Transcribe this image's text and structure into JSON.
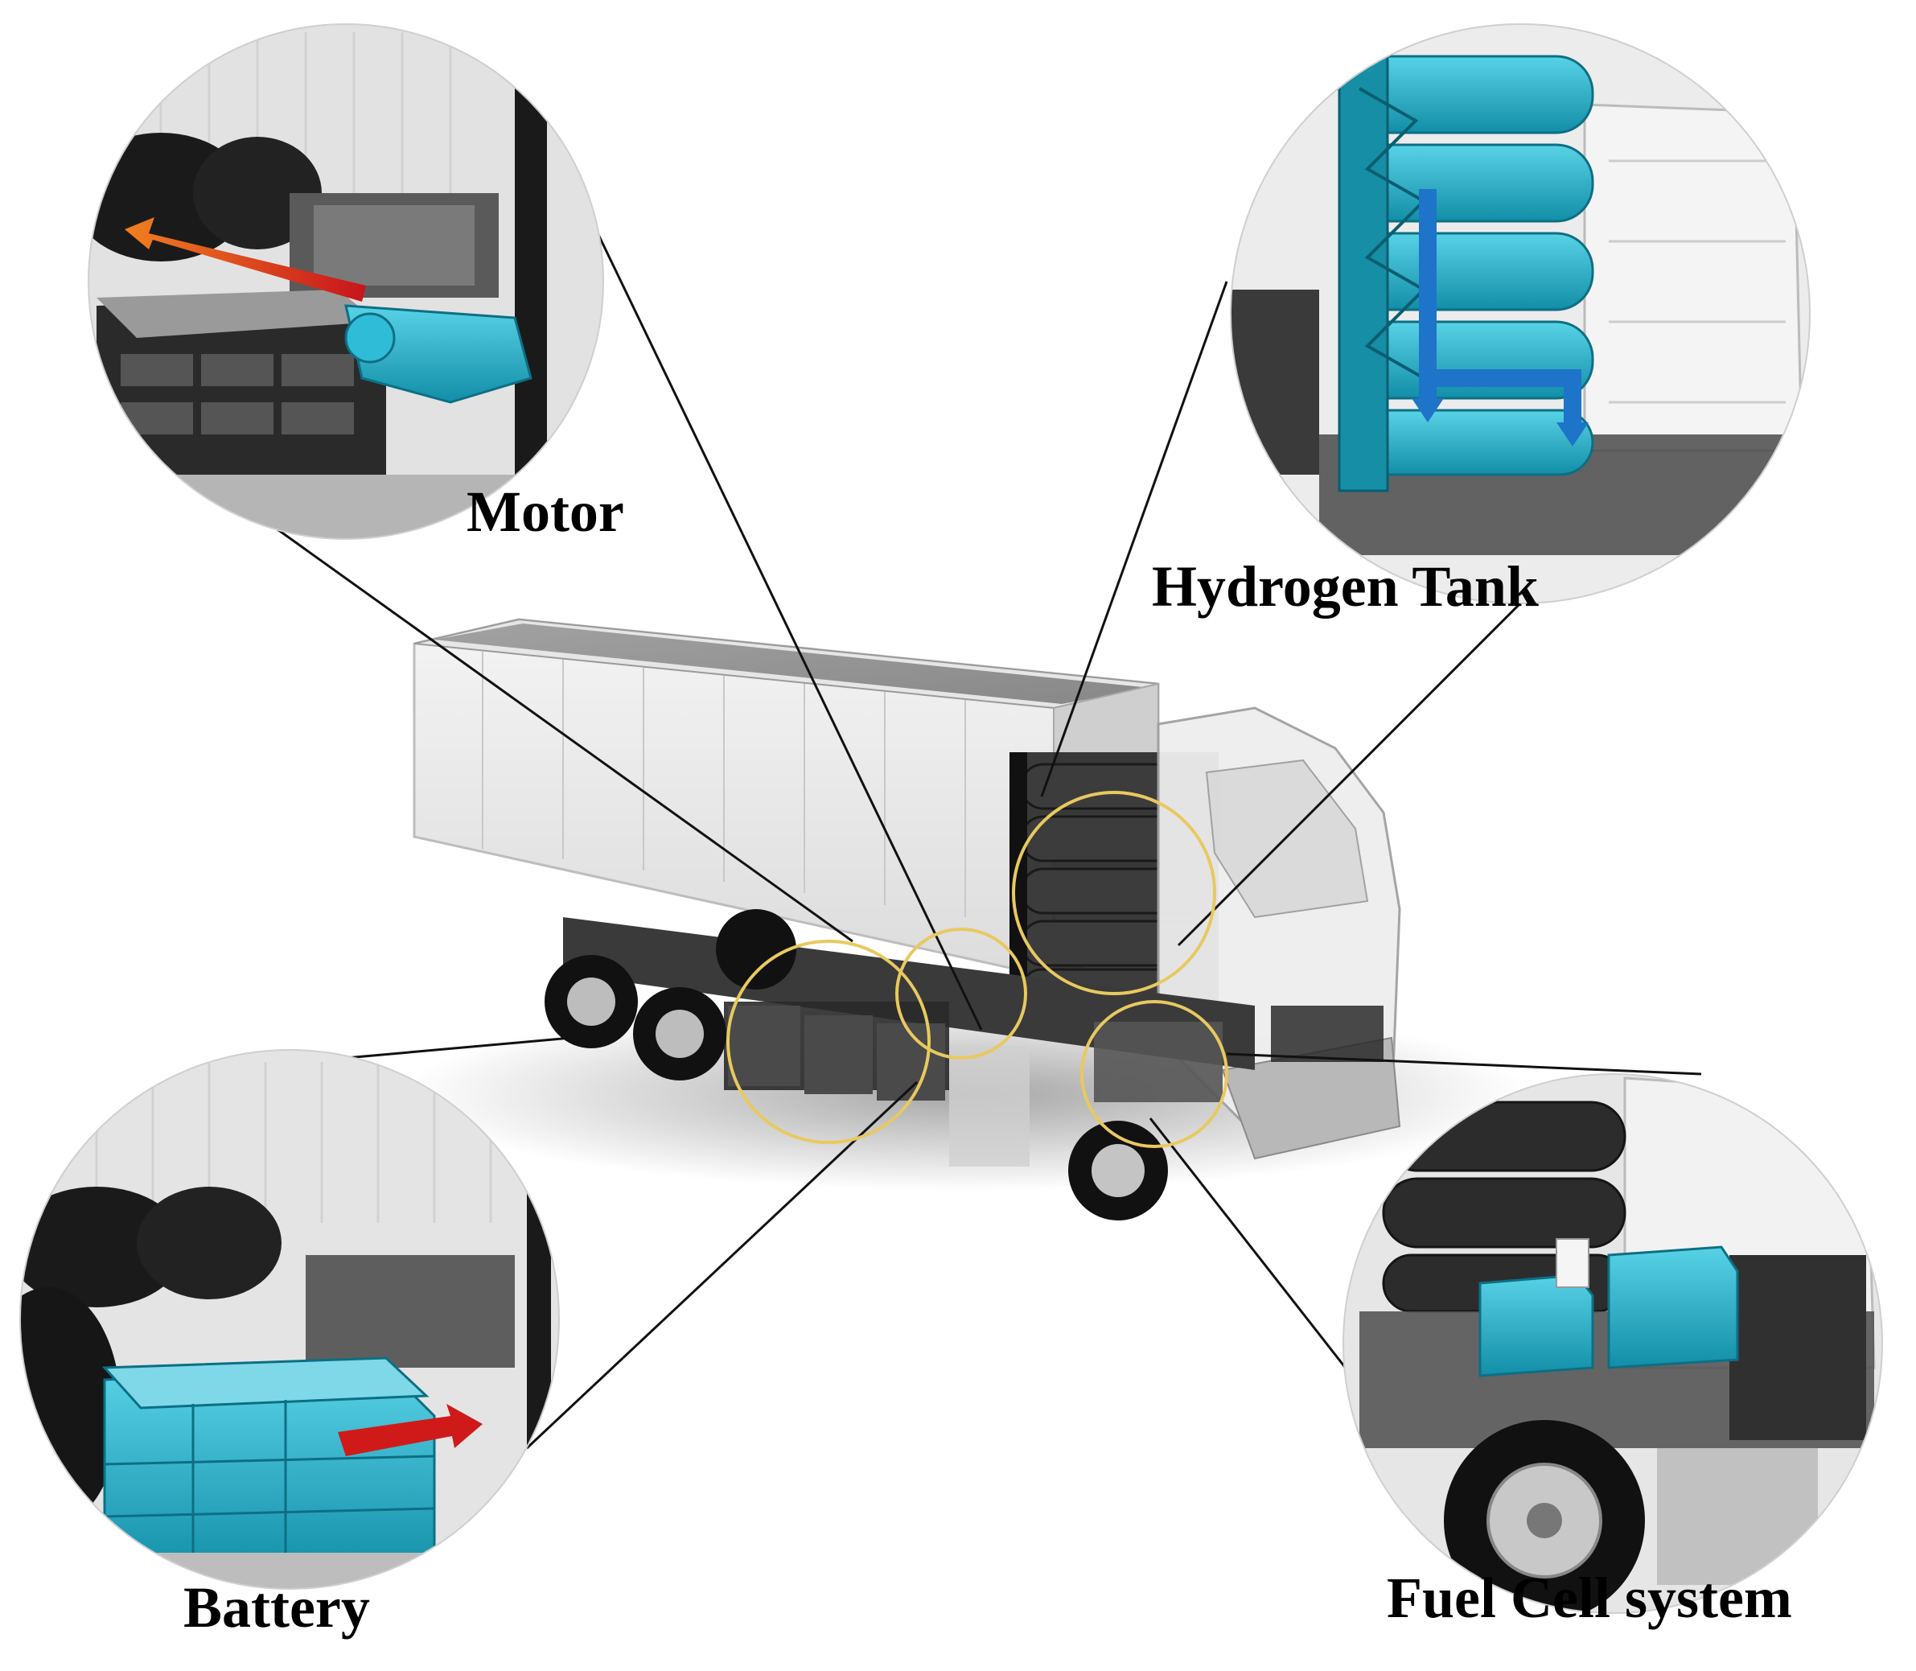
{
  "labels": {
    "motor": "Motor",
    "hydrogen_tank": "Hydrogen Tank",
    "battery": "Battery",
    "fuel_cell": "Fuel Cell system"
  },
  "colors": {
    "highlight_circle": "#e8c960",
    "component_cyan": "#1aa7c4",
    "flow_arrow_red": "#d01a1a",
    "flow_arrow_blue": "#1d74c8",
    "leader_line": "#111111"
  }
}
